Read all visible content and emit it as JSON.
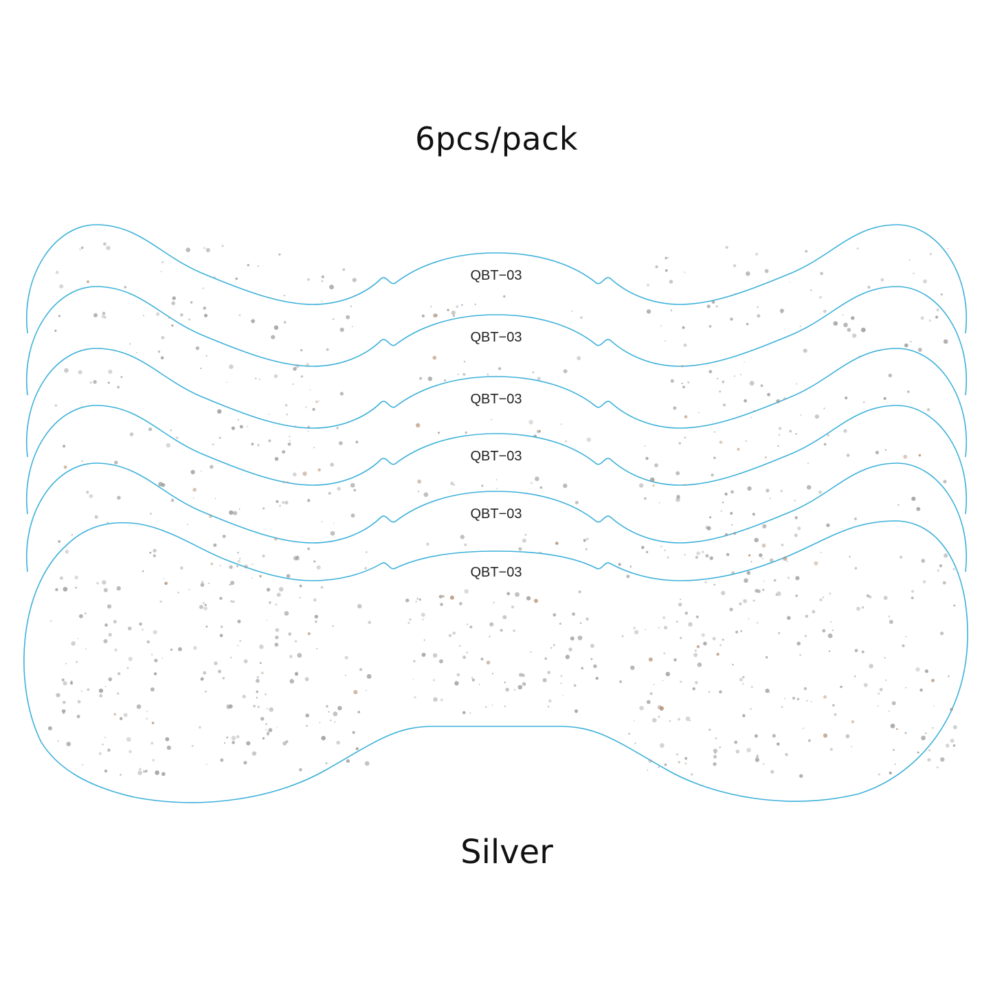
{
  "headline": "6pcs/pack",
  "color_label": "Silver",
  "patch_code": "QBT−03",
  "patch_count": 6,
  "outline_color": "#3bb0d9",
  "dot_color": "#9a9a9a",
  "accent_dot_color": "#b08a6a",
  "patches": [
    {
      "code": "QBT−03"
    },
    {
      "code": "QBT−03"
    },
    {
      "code": "QBT−03"
    },
    {
      "code": "QBT−03"
    },
    {
      "code": "QBT−03"
    },
    {
      "code": "QBT−03"
    }
  ]
}
